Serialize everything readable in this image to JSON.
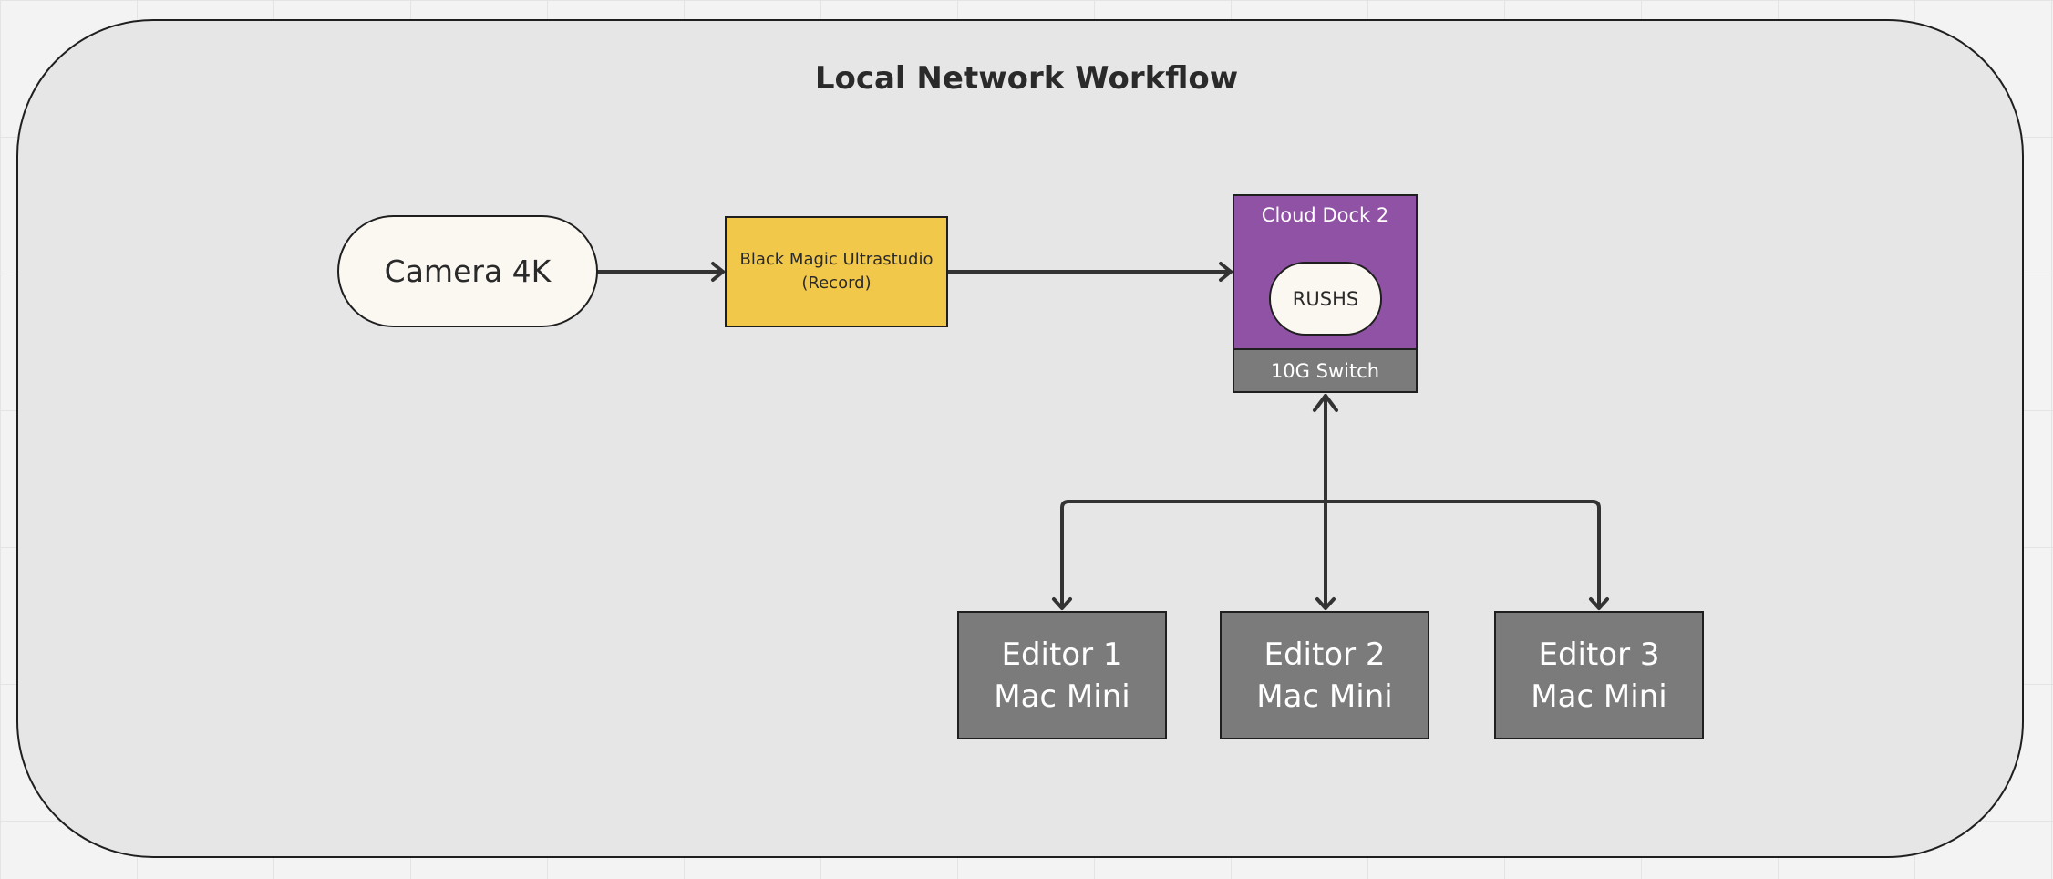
{
  "title": "Local Network Workflow",
  "nodes": {
    "camera": "Camera 4K",
    "blackmagic": {
      "line1": "Black Magic Ultrastudio",
      "line2": "(Record)"
    },
    "cloud_dock": "Cloud Dock 2",
    "rushs": "RUSHS",
    "switch": "10G Switch",
    "editors": [
      {
        "name": "Editor 1",
        "device": "Mac Mini"
      },
      {
        "name": "Editor 2",
        "device": "Mac Mini"
      },
      {
        "name": "Editor 3",
        "device": "Mac Mini"
      }
    ]
  },
  "colors": {
    "background": "#f3f3f3",
    "frame": "#e6e6e6",
    "camera": "#fbf7f1",
    "blackmagic": "#f2c84a",
    "cloud_dock": "#9052a5",
    "switch": "#7b7b7b",
    "editor": "#7b7b7b",
    "connector": "#333333"
  }
}
